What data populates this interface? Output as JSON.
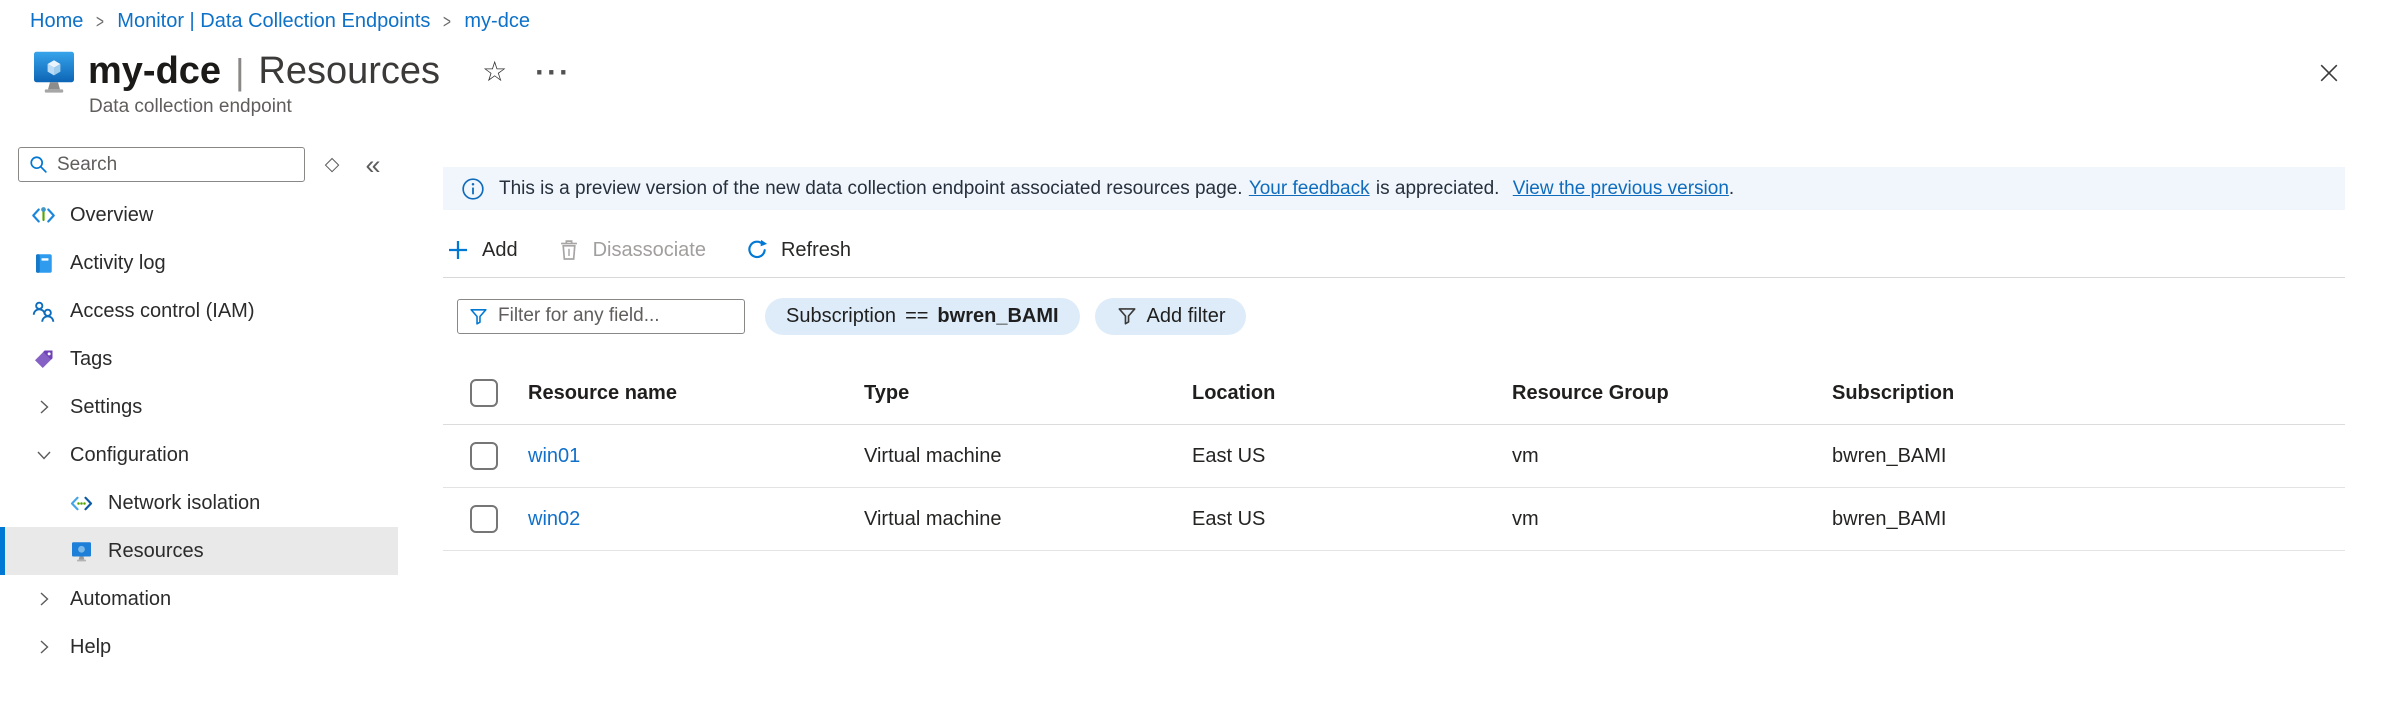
{
  "breadcrumb": {
    "items": [
      "Home",
      "Monitor | Data Collection Endpoints",
      "my-dce"
    ],
    "separator": ">"
  },
  "header": {
    "title": "my-dce",
    "divider": "|",
    "section": "Resources",
    "subtitle": "Data collection endpoint"
  },
  "icons": {
    "favorite": "☆",
    "more": "···",
    "dock": "◇",
    "collapse": "«"
  },
  "sidebar": {
    "search": {
      "placeholder": "Search"
    },
    "items": [
      {
        "label": "Overview",
        "icon": "overview-icon"
      },
      {
        "label": "Activity log",
        "icon": "activity-log-icon"
      },
      {
        "label": "Access control (IAM)",
        "icon": "access-control-icon"
      },
      {
        "label": "Tags",
        "icon": "tag-icon"
      },
      {
        "label": "Settings",
        "icon": "chevron-right-icon",
        "collapsed": true
      },
      {
        "label": "Configuration",
        "icon": "chevron-down-icon",
        "expanded": true
      },
      {
        "label": "Network isolation",
        "icon": "network-isolation-icon",
        "indent": 1
      },
      {
        "label": "Resources",
        "icon": "resources-icon",
        "indent": 1,
        "selected": true
      },
      {
        "label": "Automation",
        "icon": "chevron-right-icon",
        "collapsed": true
      },
      {
        "label": "Help",
        "icon": "chevron-right-icon",
        "collapsed": true
      }
    ]
  },
  "banner": {
    "text": "This is a preview version of the new data collection endpoint associated resources page.",
    "link_feedback": "Your feedback",
    "text_2": "is appreciated.",
    "link_previous": "View the previous version",
    "period": "."
  },
  "toolbar": {
    "add": "Add",
    "disassociate": "Disassociate",
    "refresh": "Refresh"
  },
  "filters": {
    "input_placeholder": "Filter for any field...",
    "applied": {
      "field": "Subscription",
      "operator": "==",
      "value": "bwren_BAMI"
    },
    "add_filter": "Add filter"
  },
  "table": {
    "columns": [
      "Resource name",
      "Type",
      "Location",
      "Resource Group",
      "Subscription"
    ],
    "rows": [
      {
        "name": "win01",
        "type": "Virtual machine",
        "location": "East US",
        "resource_group": "vm",
        "subscription": "bwren_BAMI"
      },
      {
        "name": "win02",
        "type": "Virtual machine",
        "location": "East US",
        "resource_group": "vm",
        "subscription": "bwren_BAMI"
      }
    ]
  },
  "colors": {
    "accent": "#0078d4",
    "link": "#0e71c8",
    "banner_bg": "#f0f6fc",
    "pill_bg": "#deecf9",
    "selected_item_bg": "#e9e9e9",
    "divider": "#e3e3e3",
    "text_primary": "#252423",
    "text_secondary": "#605e5c",
    "disabled_text": "#a19f9d"
  }
}
